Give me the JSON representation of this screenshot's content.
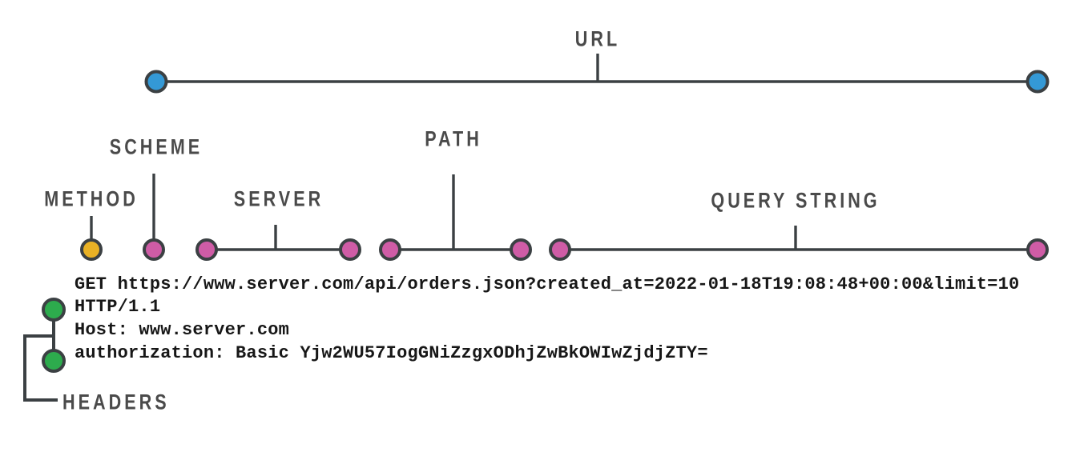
{
  "labels": {
    "url": "URL",
    "scheme": "SCHEME",
    "method": "METHOD",
    "server": "SERVER",
    "path": "PATH",
    "query_string": "QUERY STRING",
    "headers": "HEADERS"
  },
  "request": {
    "request_line": "GET https://www.server.com/api/orders.json?created_at=2022-01-18T19:08:48+00:00&limit=10",
    "http_version": "HTTP/1.1",
    "host_header": "Host: www.server.com",
    "authorization_header": "authorization: Basic Yjw2WU57IogGNiZzgxODhjZwBkOWIwZjdjZTY="
  },
  "colors": {
    "url_endpoint_dot": "#3499d6",
    "method_dot": "#e9b125",
    "url_part_dot": "#cf5ca6",
    "header_dot": "#2dab4d",
    "line": "#3b4043",
    "label_text": "#4a4a4a",
    "code_text": "#171717"
  }
}
